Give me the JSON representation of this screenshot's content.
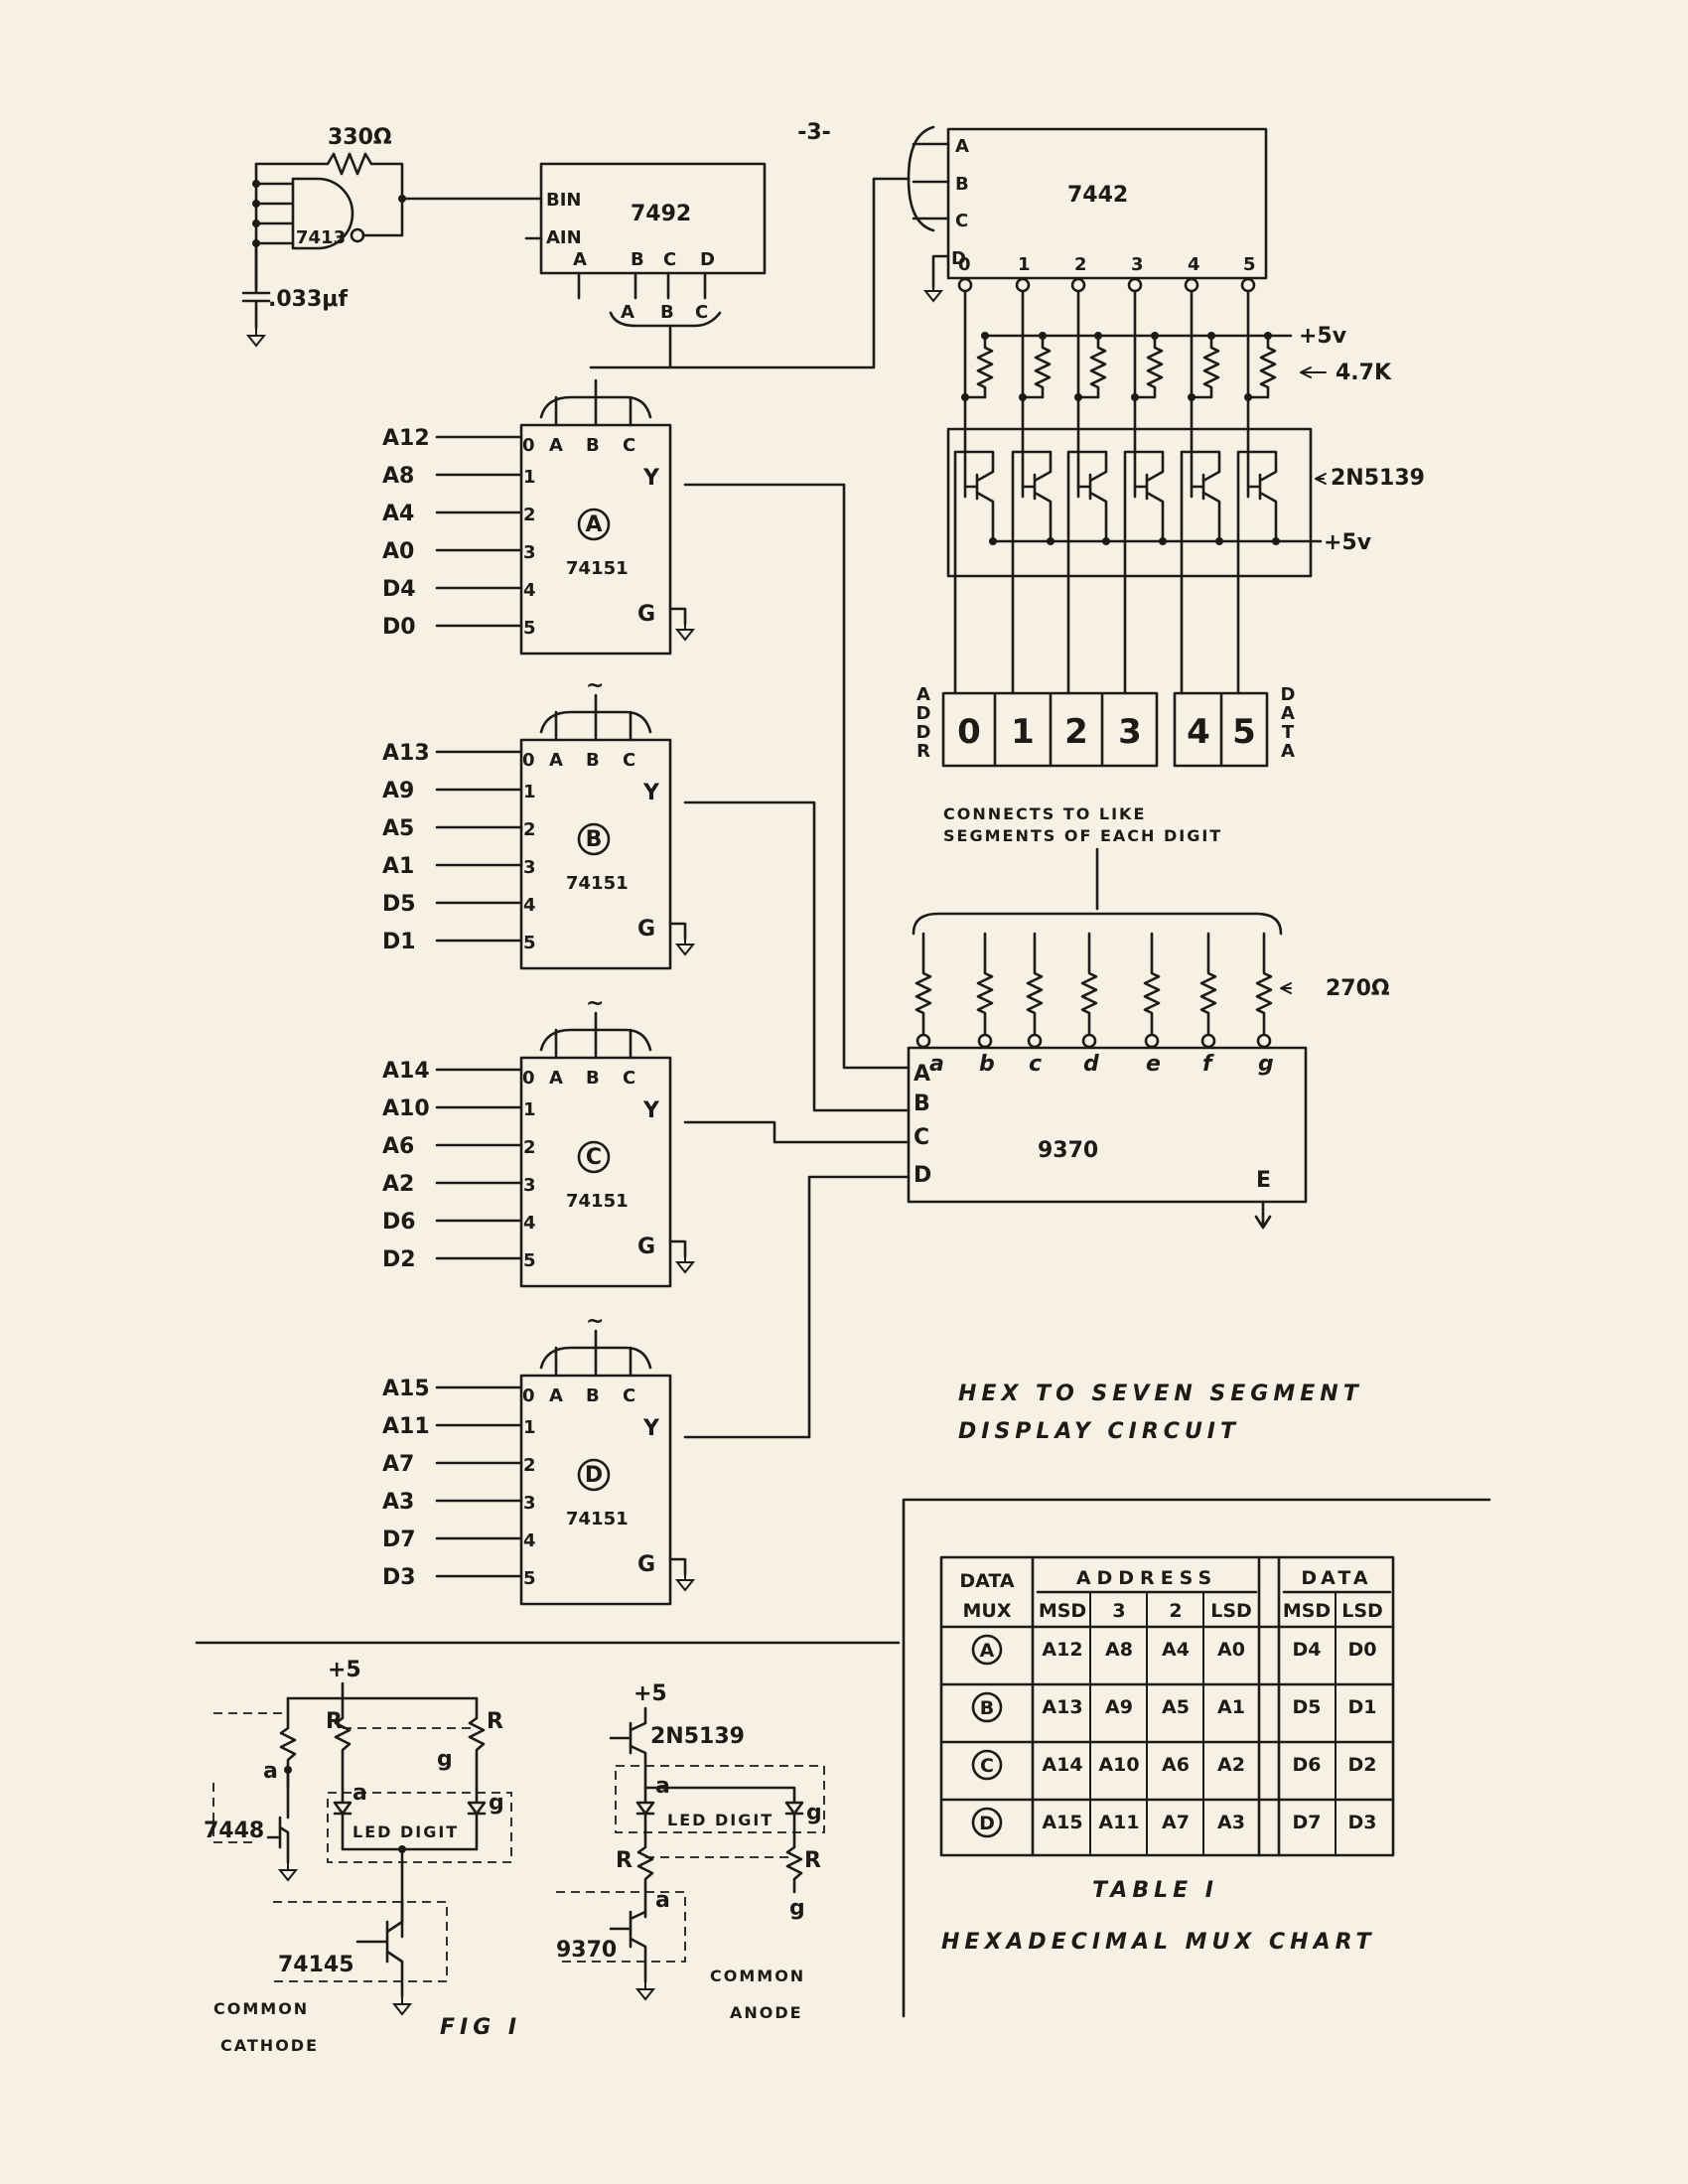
{
  "page_number": "-3-",
  "clock": {
    "resistor": "330Ω",
    "gate": "7413",
    "capacitor": ".033μf"
  },
  "counter": {
    "chip": "7492",
    "in_b": "BIN",
    "in_a": "AIN",
    "outputs": [
      "A",
      "B",
      "C",
      "D"
    ],
    "bus": [
      "A",
      "B",
      "C"
    ]
  },
  "decoder": {
    "chip": "7442",
    "inputs": [
      "A",
      "B",
      "C",
      "D"
    ],
    "outputs": [
      "0",
      "1",
      "2",
      "3",
      "4",
      "5"
    ]
  },
  "pullups": {
    "supply": "+5v",
    "value": "4.7K"
  },
  "drivers": {
    "transistor": "2N5139",
    "supply": "+5v"
  },
  "digits": {
    "values": [
      "0",
      "1",
      "2",
      "3",
      "4",
      "5"
    ],
    "addr_label": "ADDR",
    "data_label": "DATA",
    "note_line1": "CONNECTS TO LIKE",
    "note_line2": "SEGMENTS OF EACH DIGIT"
  },
  "muxes": [
    {
      "id": "A",
      "chip": "74151",
      "inputs": [
        "A12",
        "A8",
        "A4",
        "A0",
        "D4",
        "D0"
      ]
    },
    {
      "id": "B",
      "chip": "74151",
      "inputs": [
        "A13",
        "A9",
        "A5",
        "A1",
        "D5",
        "D1"
      ]
    },
    {
      "id": "C",
      "chip": "74151",
      "inputs": [
        "A14",
        "A10",
        "A6",
        "A2",
        "D6",
        "D2"
      ]
    },
    {
      "id": "D",
      "chip": "74151",
      "inputs": [
        "A15",
        "A11",
        "A7",
        "A3",
        "D7",
        "D3"
      ]
    }
  ],
  "mux_pins": {
    "select": [
      "A",
      "B",
      "C"
    ],
    "input_numbers": [
      "0",
      "1",
      "2",
      "3",
      "4",
      "5"
    ],
    "output": "Y",
    "enable": "G",
    "tilde": "~"
  },
  "segdriver": {
    "chip": "9370",
    "inputs": [
      "A",
      "B",
      "C",
      "D"
    ],
    "outputs": [
      "a",
      "b",
      "c",
      "d",
      "e",
      "f",
      "g"
    ],
    "enable": "E",
    "resistor": "270Ω"
  },
  "circuit_title": {
    "line1": "HEX TO SEVEN SEGMENT",
    "line2": "DISPLAY CIRCUIT"
  },
  "table": {
    "col_data_mux": [
      "DATA",
      "MUX"
    ],
    "col_address": "ADDRESS",
    "col_data": "DATA",
    "address_sub": [
      "MSD",
      "3",
      "2",
      "LSD"
    ],
    "data_sub": [
      "MSD",
      "LSD"
    ],
    "rows": [
      {
        "mux": "A",
        "addr": [
          "A12",
          "A8",
          "A4",
          "A0"
        ],
        "data": [
          "D4",
          "D0"
        ]
      },
      {
        "mux": "B",
        "addr": [
          "A13",
          "A9",
          "A5",
          "A1"
        ],
        "data": [
          "D5",
          "D1"
        ]
      },
      {
        "mux": "C",
        "addr": [
          "A14",
          "A10",
          "A6",
          "A2"
        ],
        "data": [
          "D6",
          "D2"
        ]
      },
      {
        "mux": "D",
        "addr": [
          "A15",
          "A11",
          "A7",
          "A3"
        ],
        "data": [
          "D7",
          "D3"
        ]
      }
    ],
    "caption": "TABLE I",
    "subtitle": "HEXADECIMAL MUX CHART"
  },
  "fig": {
    "label": "FIG I",
    "cathode": {
      "supply": "+5",
      "r1": "R",
      "r2": "R",
      "seg_a": "a",
      "seg_g": "g",
      "seg_g2": "g",
      "gate": "7448",
      "digit": "LED DIGIT",
      "driver": "74145",
      "caption1": "COMMON",
      "caption2": "CATHODE"
    },
    "anode": {
      "supply": "+5",
      "transistor": "2N5139",
      "seg_a": "a",
      "seg_g": "g",
      "digit": "LED DIGIT",
      "r1": "R",
      "r2": "R",
      "seg_a2": "a",
      "seg_g2": "g",
      "driver": "9370",
      "caption1": "COMMON",
      "caption2": "ANODE"
    }
  },
  "colors": {
    "paper": "#f6f1e4",
    "ink": "#1e1a16"
  }
}
